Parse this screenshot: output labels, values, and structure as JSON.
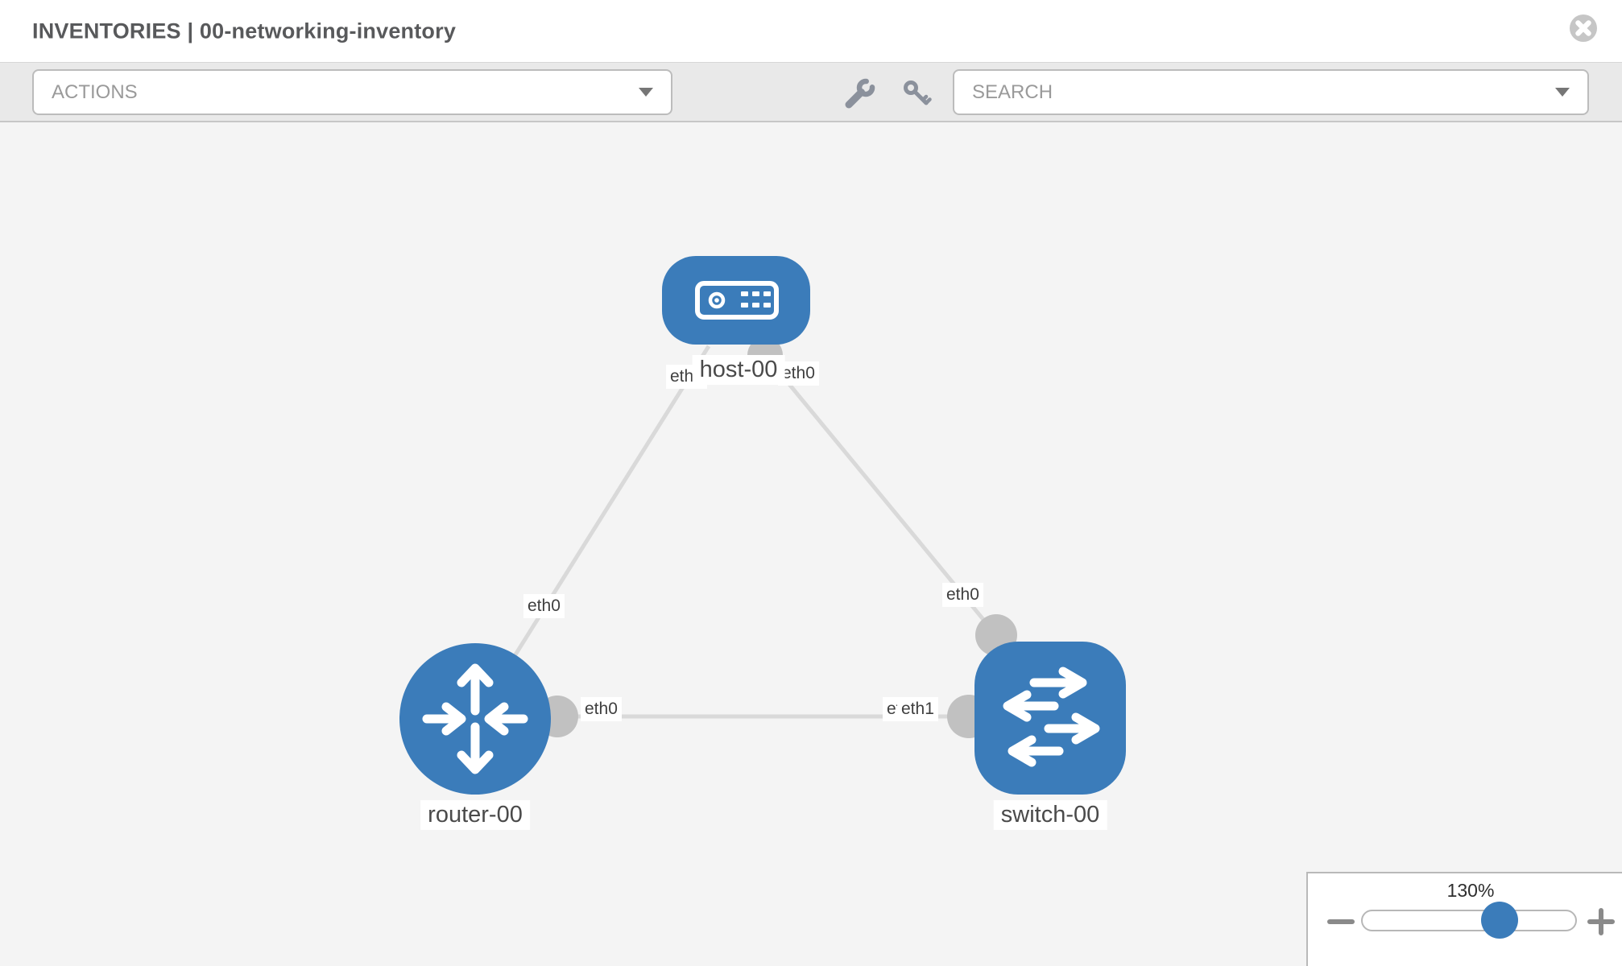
{
  "header": {
    "title": "INVENTORIES | 00-networking-inventory"
  },
  "toolbar": {
    "actions_label": "ACTIONS",
    "search_label": "SEARCH",
    "icons": [
      "wrench-icon",
      "key-icon"
    ]
  },
  "topology": {
    "nodes": [
      {
        "label": "host-00",
        "type": "host"
      },
      {
        "label": "router-00",
        "type": "router"
      },
      {
        "label": "switch-00",
        "type": "switch"
      }
    ],
    "links": [
      {
        "from": "host-00",
        "to": "router-00"
      },
      {
        "from": "host-00",
        "to": "switch-00"
      },
      {
        "from": "router-00",
        "to": "switch-00"
      }
    ],
    "interface_labels": [
      {
        "text": "eth0",
        "at": "host end of host-router link"
      },
      {
        "text": "eth0",
        "at": "host end of host-switch link"
      },
      {
        "text": "eth0",
        "at": "mid host-router link"
      },
      {
        "text": "eth0",
        "at": "mid host-switch link"
      },
      {
        "text": "eth0",
        "at": "router end of router-switch link"
      },
      {
        "text": "eth0",
        "at": "switch end, behind"
      },
      {
        "text": "eth1",
        "at": "switch end, front"
      }
    ]
  },
  "zoom_control": {
    "level": "130%"
  },
  "colors": {
    "node_blue": "#3b7cba",
    "link_gray": "#d9d9d9",
    "port_gray": "#c1c1c1",
    "canvas_bg": "#f4f4f4",
    "toolbar_bg": "#e9e9e9"
  }
}
